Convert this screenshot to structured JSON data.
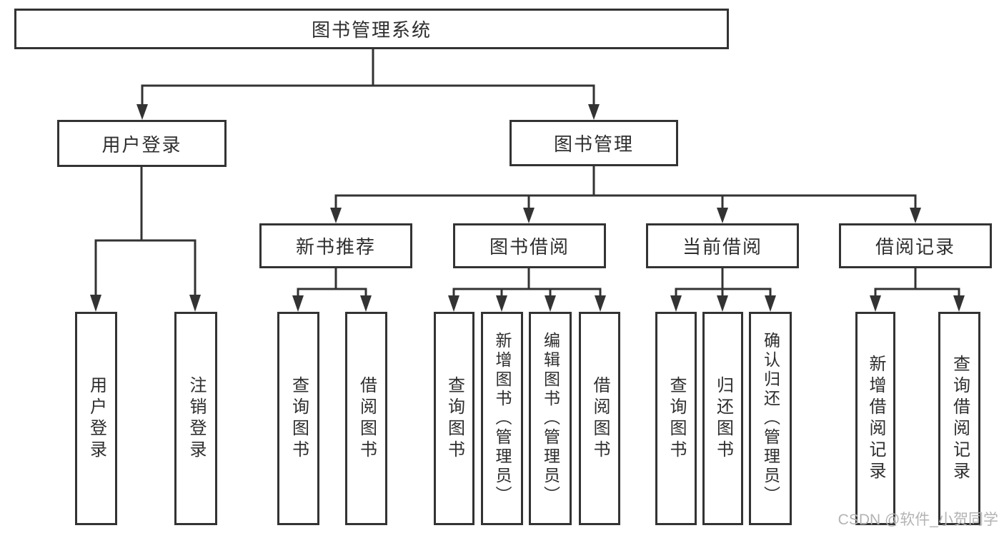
{
  "page": {
    "background": "#ffffff"
  },
  "colors": {
    "line": "#333333",
    "box_border": "#333333",
    "text": "#2e2e2e",
    "watermark": "#b3b3b3"
  },
  "watermark": {
    "text": "CSDN @软件_小贺同学"
  },
  "tree": {
    "root": {
      "label": "图书管理系统",
      "children": [
        {
          "label": "用户登录",
          "children": [
            {
              "label": "用户登录"
            },
            {
              "label": "注销登录"
            }
          ]
        },
        {
          "label": "图书管理",
          "children": [
            {
              "label": "新书推荐",
              "children": [
                {
                  "label": "查询图书"
                },
                {
                  "label": "借阅图书"
                }
              ]
            },
            {
              "label": "图书借阅",
              "children": [
                {
                  "label": "查询图书"
                },
                {
                  "label": "新增图书（管理员）"
                },
                {
                  "label": "编辑图书（管理员）"
                },
                {
                  "label": "借阅图书"
                }
              ]
            },
            {
              "label": "当前借阅",
              "children": [
                {
                  "label": "查询图书"
                },
                {
                  "label": "归还图书"
                },
                {
                  "label": "确认归还（管理员）"
                }
              ]
            },
            {
              "label": "借阅记录",
              "children": [
                {
                  "label": "新增借阅记录"
                },
                {
                  "label": "查询借阅记录"
                }
              ]
            }
          ]
        }
      ]
    }
  }
}
